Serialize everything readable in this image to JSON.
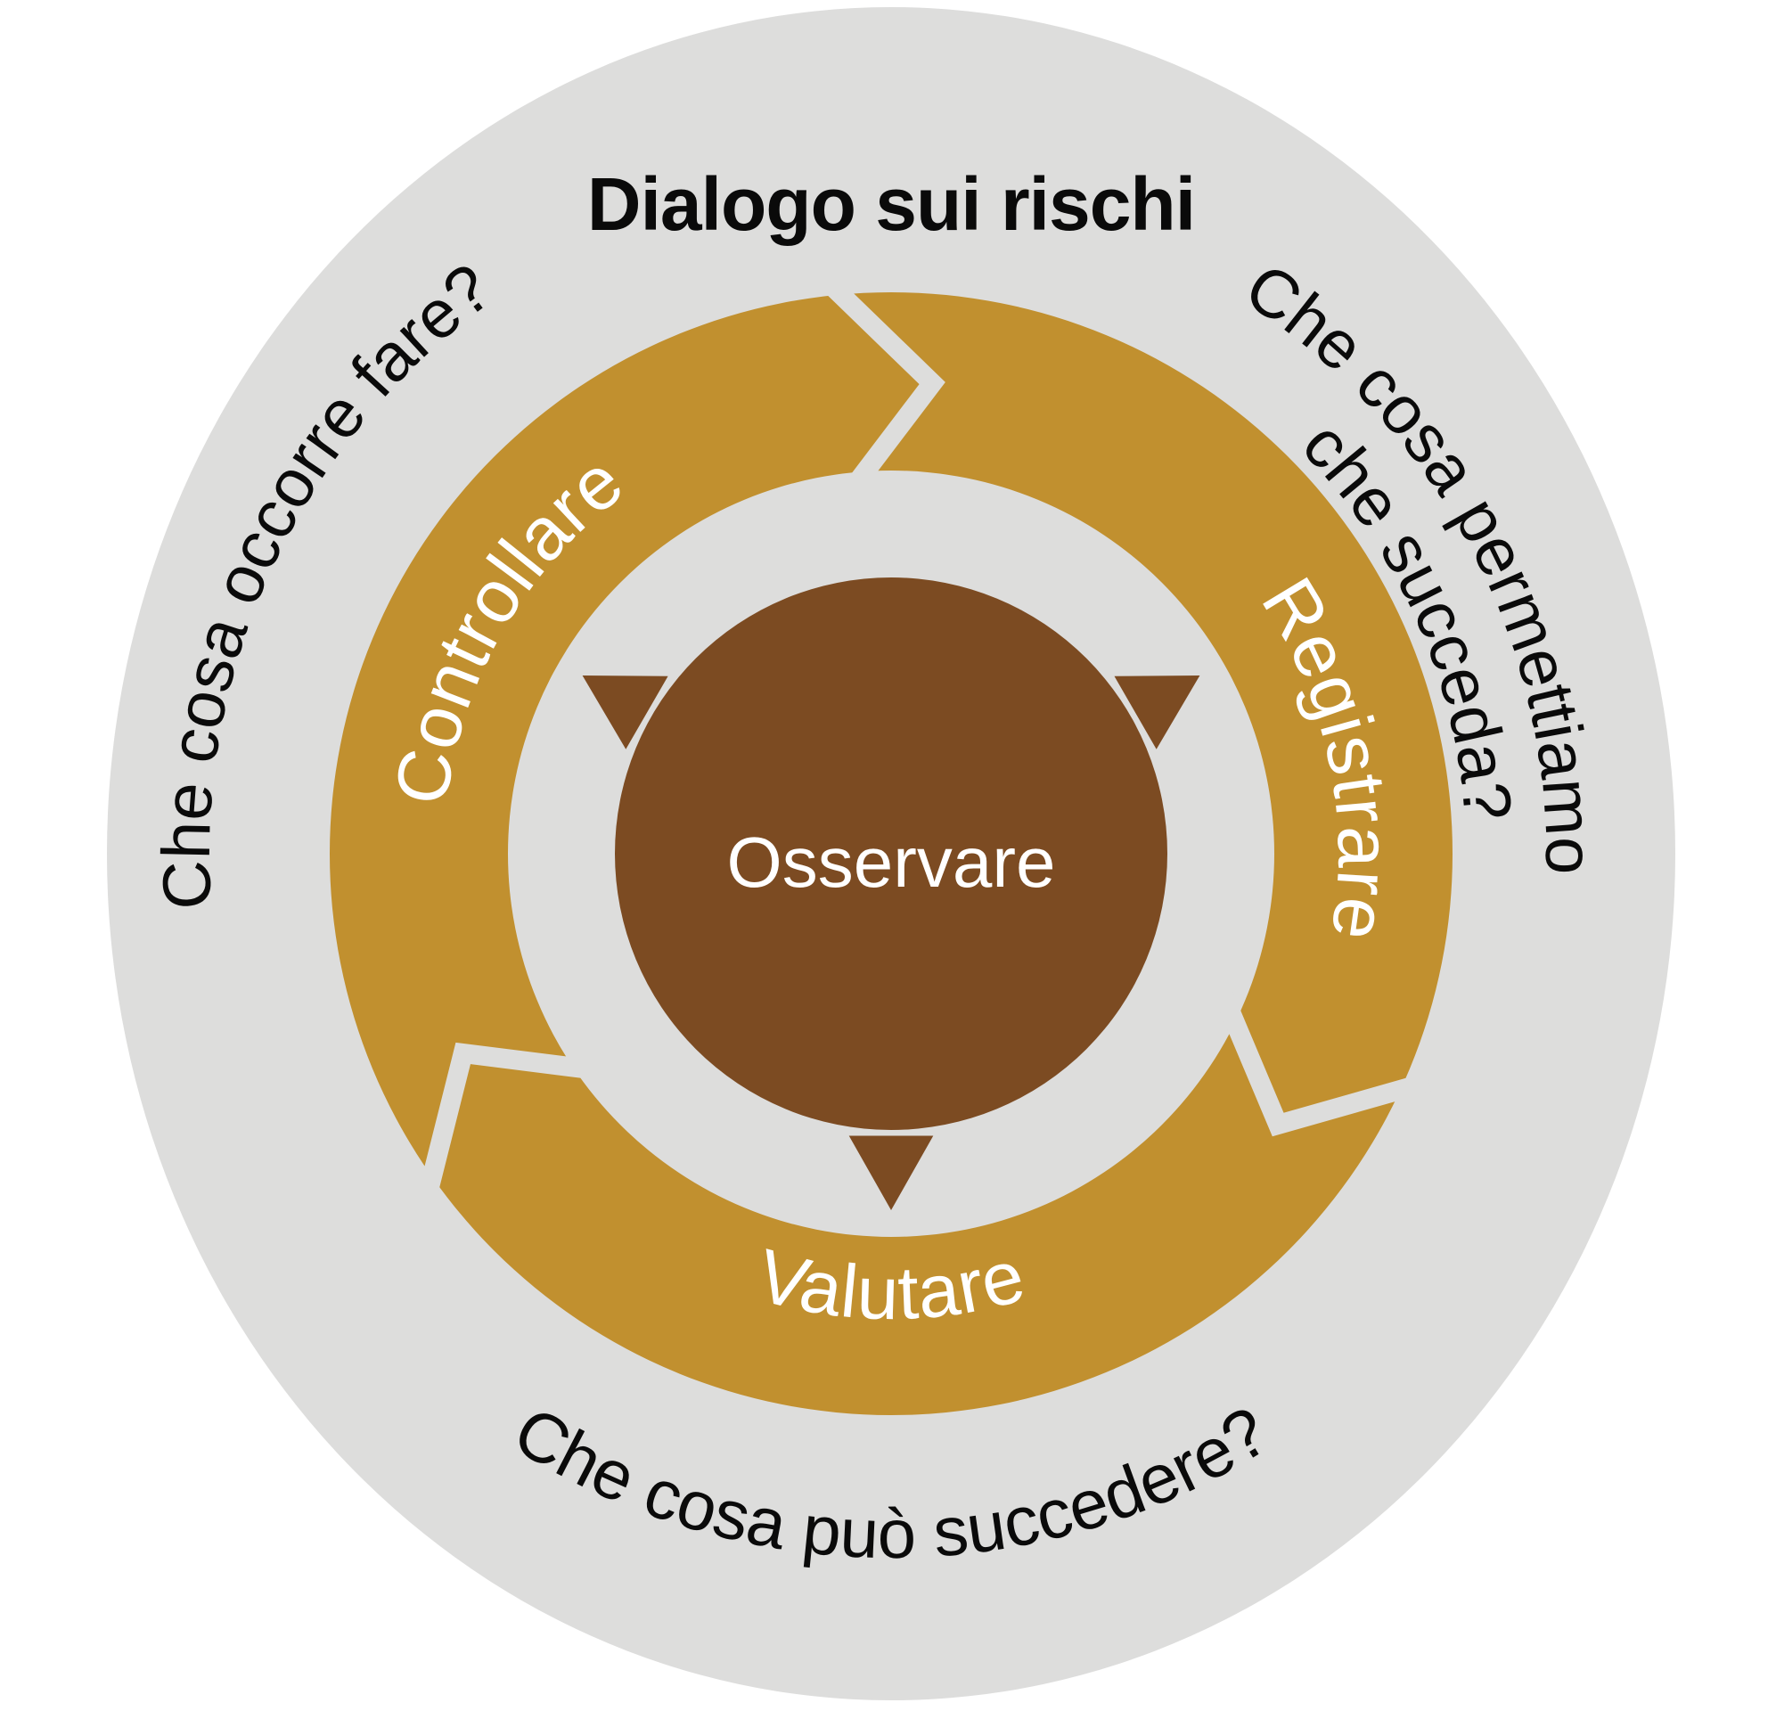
{
  "diagram": {
    "title": "Dialogo sui rischi",
    "center": {
      "label": "Osservare"
    },
    "ring": {
      "segments": [
        {
          "label": "Registrare"
        },
        {
          "label": "Valutare"
        },
        {
          "label": "Controllare"
        }
      ]
    },
    "questions": {
      "left": "Che cosa occorre fare?",
      "right_line1": "Che cosa permettiamo",
      "right_line2": "che succeda?",
      "bottom": "Che cosa può succedere?"
    },
    "colors": {
      "background_circle": "#DDDDDC",
      "ring_gold": "#C1902F",
      "center_brown": "#7C4B22",
      "question_text": "#0A0A0A",
      "label_text": "#FFFFFF"
    }
  }
}
